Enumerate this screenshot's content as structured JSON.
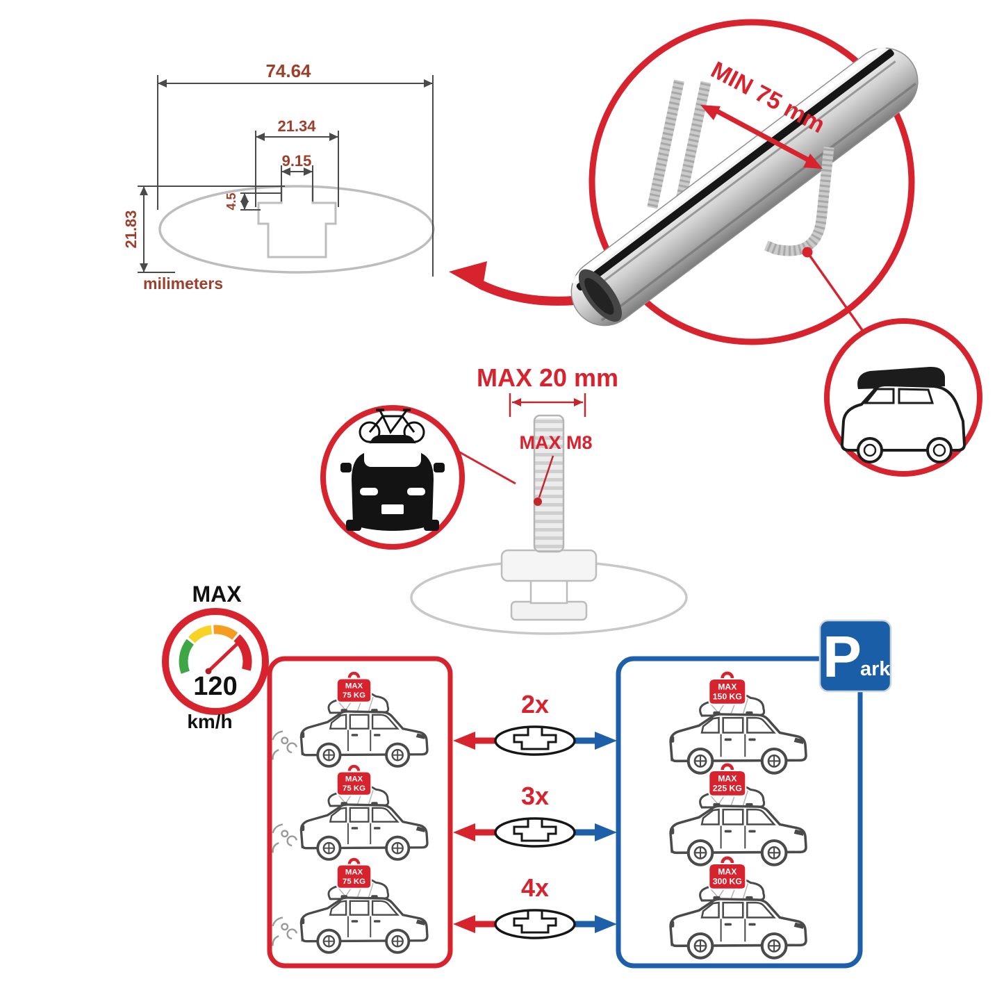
{
  "cross_section": {
    "width_total": "74.64",
    "width_channel": "21.34",
    "width_slot": "9.15",
    "depth_slot": "4.5",
    "height_total": "21.83",
    "units_label": "milimeters"
  },
  "clamp": {
    "min_label": "MIN 75 mm"
  },
  "bolt": {
    "max_width_label": "MAX 20 mm",
    "max_thread_label": "MAX M8"
  },
  "speed": {
    "title": "MAX",
    "value": "120",
    "unit": "km/h"
  },
  "park": {
    "letter": "P",
    "suffix": "ark"
  },
  "bars": {
    "counts": [
      "2x",
      "3x",
      "4x"
    ]
  },
  "left_panel": {
    "rows": [
      {
        "tag_title": "MAX",
        "tag_weight": "75 KG"
      },
      {
        "tag_title": "MAX",
        "tag_weight": "75 KG"
      },
      {
        "tag_title": "MAX",
        "tag_weight": "75 KG"
      }
    ]
  },
  "right_panel": {
    "rows": [
      {
        "tag_title": "MAX",
        "tag_weight": "150 KG"
      },
      {
        "tag_title": "MAX",
        "tag_weight": "225 KG"
      },
      {
        "tag_title": "MAX",
        "tag_weight": "300 KG"
      }
    ]
  },
  "colors": {
    "red": "#d7232e",
    "dim_text_red": "#9d3f2c",
    "panel_blue": "#1e5fa9",
    "park_blue": "#1a5ea8",
    "drawing_gray": "#bdbdbd",
    "gauge_green": "#3fa645",
    "gauge_yellow": "#f6d324",
    "gauge_orange": "#f59d20"
  }
}
